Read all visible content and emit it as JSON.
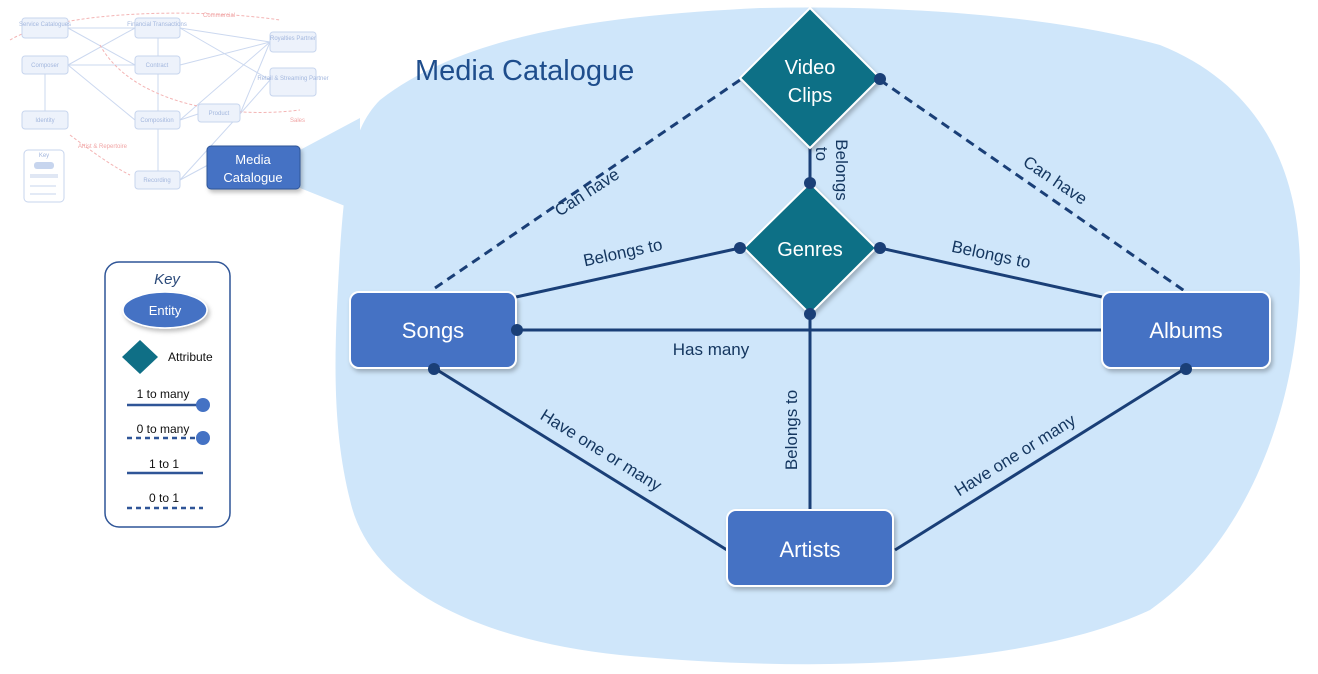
{
  "overview": {
    "nodes": [
      {
        "id": "service-catalogues",
        "label": "Service Catalogues"
      },
      {
        "id": "financial-transactions",
        "label": "Financial Transactions"
      },
      {
        "id": "royalties-partner",
        "label": "Royalties Partner"
      },
      {
        "id": "composer",
        "label": "Composer"
      },
      {
        "id": "contract",
        "label": "Contract"
      },
      {
        "id": "retail-streaming-partner",
        "label": "Retail & Streaming Partner"
      },
      {
        "id": "identity",
        "label": "Identity"
      },
      {
        "id": "composition",
        "label": "Composition"
      },
      {
        "id": "product",
        "label": "Product"
      },
      {
        "id": "recording",
        "label": "Recording"
      }
    ],
    "regions": {
      "commercial": "Commercial",
      "sales": "Sales",
      "artist_repertoire": "Artist & Repertoire"
    },
    "mini_key": {
      "title": "Key"
    },
    "highlight": "Media Catalogue"
  },
  "diagram": {
    "title": "Media Catalogue",
    "entities": {
      "songs": "Songs",
      "albums": "Albums",
      "artists": "Artists"
    },
    "attributes": {
      "video_clips": "Video Clips",
      "genres": "Genres"
    },
    "relationships": {
      "songs_videoclips": "Can have",
      "albums_videoclips": "Can have",
      "videoclips_genres": "Belongs to",
      "songs_genres": "Belongs to",
      "albums_genres": "Belongs to",
      "songs_albums": "Has many",
      "artists_genres": "Belongs to",
      "songs_artists": "Have one or many",
      "albums_artists": "Have one or many"
    }
  },
  "key": {
    "title": "Key",
    "entity": "Entity",
    "attribute": "Attribute",
    "one_to_many": "1 to many",
    "zero_to_many": "0 to many",
    "one_to_one": "1 to 1",
    "zero_to_one": "0 to 1"
  },
  "colors": {
    "entity_fill": "#4472c4",
    "attribute_fill": "#0f6f86",
    "line": "#1a3f77",
    "blob": "#cfe6fa"
  }
}
